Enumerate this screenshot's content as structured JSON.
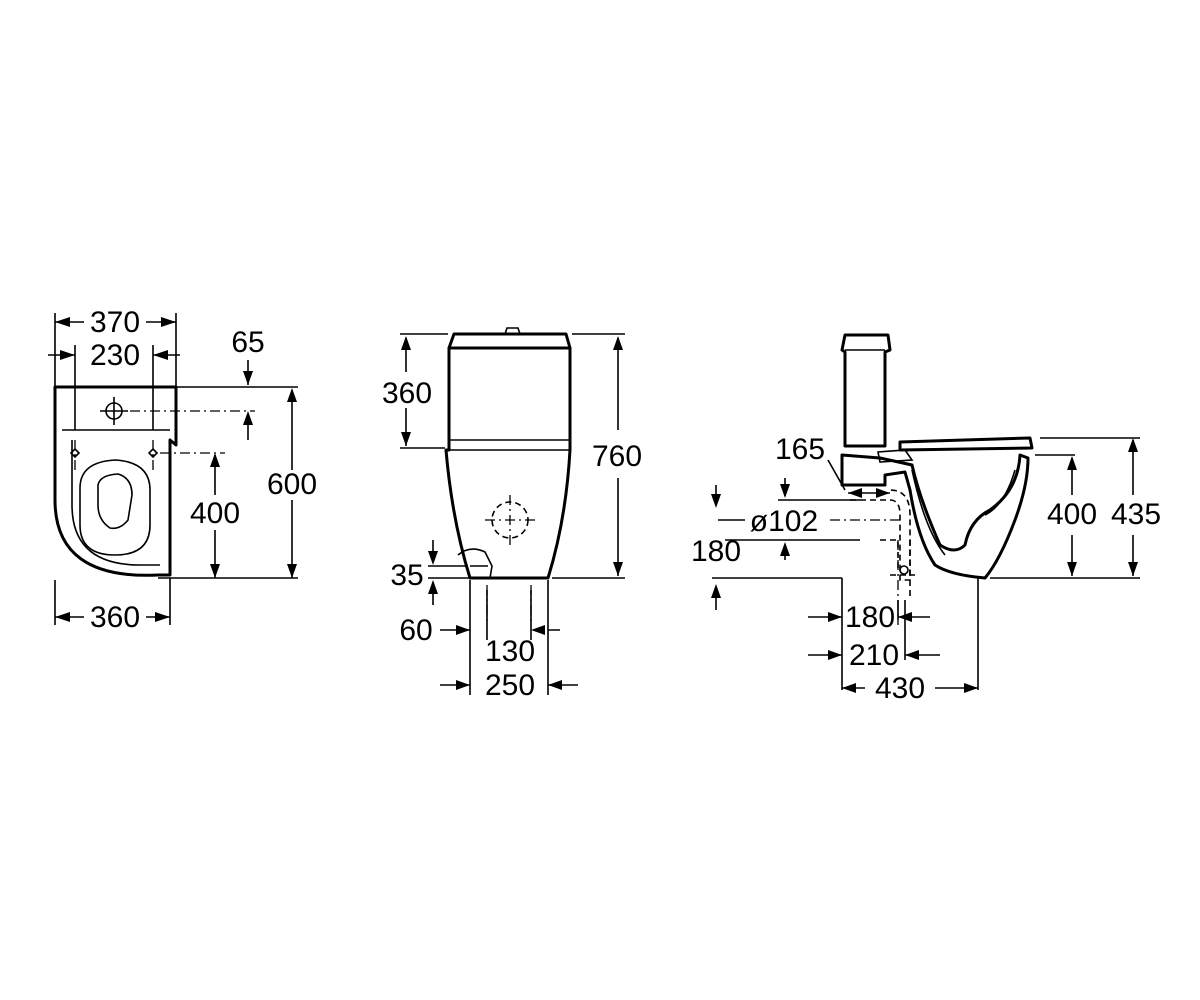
{
  "colors": {
    "line": "#000000",
    "background": "#ffffff"
  },
  "top_view": {
    "width_total": "370",
    "fixing_spacing": "230",
    "offset": "65",
    "depth": "600",
    "fixing_depth": "400",
    "bowl_width": "360"
  },
  "front_view": {
    "cistern_height": "360",
    "total_height": "760",
    "inlet_height": "35",
    "inlet_offset": "60",
    "fixing_spacing": "130",
    "base_width": "250"
  },
  "side_view": {
    "outlet_setback": "165",
    "outlet_diameter": "ø102",
    "outlet_height": "180",
    "seat_height": "400",
    "overall_height": "435",
    "floor_outlet_180": "180",
    "floor_outlet_210": "210",
    "base_depth": "430"
  }
}
